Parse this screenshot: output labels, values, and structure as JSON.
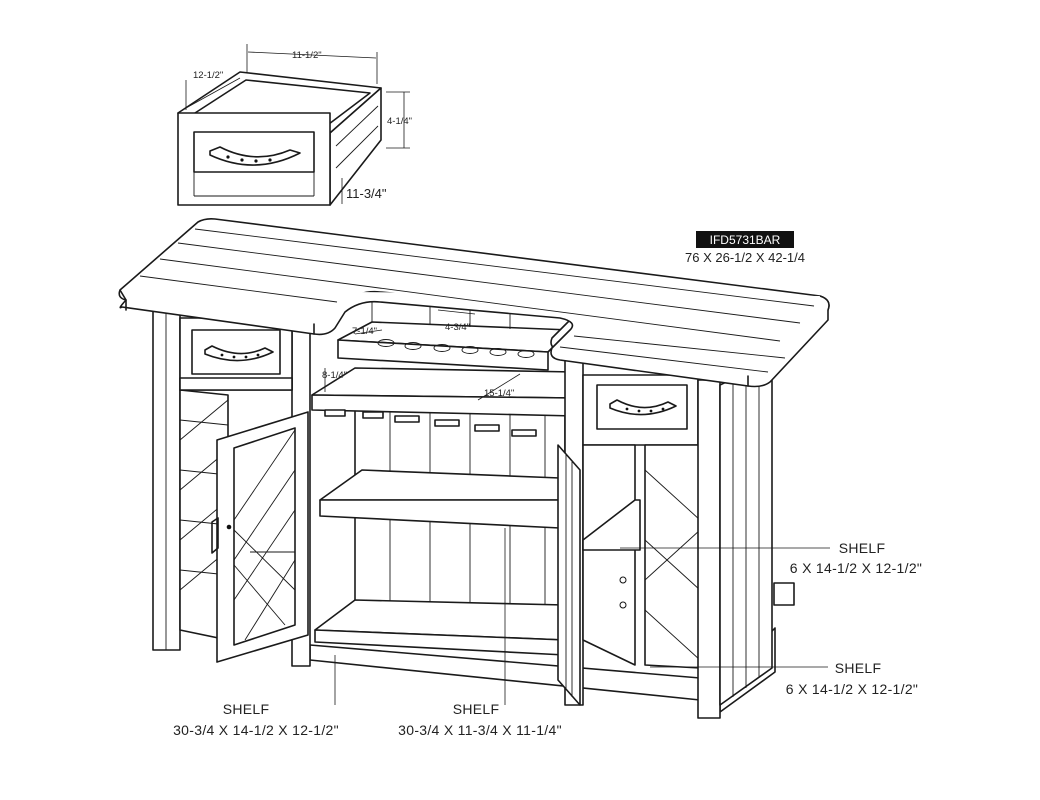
{
  "product": {
    "code": "IFD5731BAR",
    "overall_size": "76 X 26-1/2 X 42-1/4"
  },
  "drawer": {
    "dims": {
      "width": "11-1/2\"",
      "depth": "12-1/2\"",
      "height": "4-1/4\"",
      "front": "11-3/4\""
    }
  },
  "bar_dims": {
    "bottle_holder_depth": "7-1/4\"",
    "bottle_holder_height": "4-3/4\"",
    "glass_rack_height": "8-1/4\"",
    "glass_rack_width": "15-1/4\""
  },
  "shelves": [
    {
      "label": "SHELF",
      "size": "6 X 14-1/2 X 12-1/2\""
    },
    {
      "label": "SHELF",
      "size": "6 X 14-1/2 X 12-1/2\""
    },
    {
      "label": "SHELF",
      "size": "30-3/4 X 14-1/2 X 12-1/2\""
    },
    {
      "label": "SHELF",
      "size": "30-3/4 X 11-3/4 X 11-1/4\""
    }
  ]
}
